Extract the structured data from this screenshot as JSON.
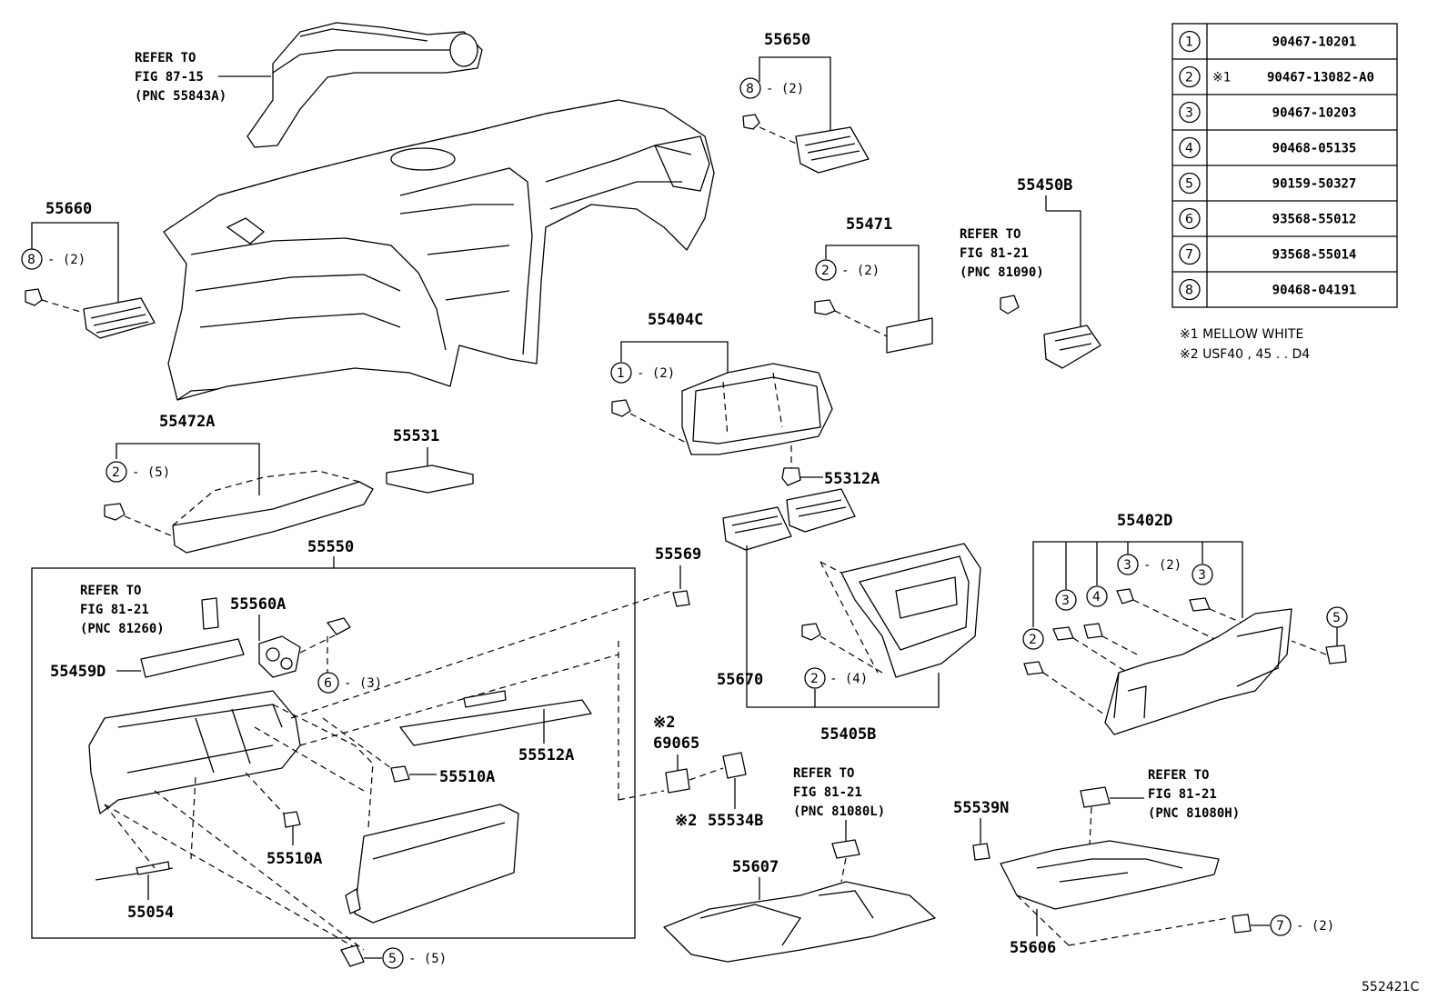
{
  "diagram_id": "552421C",
  "fastener_table": [
    {
      "ref": "1",
      "mark": "",
      "part": "90467-10201"
    },
    {
      "ref": "2",
      "mark": "※1",
      "part": "90467-13082-A0"
    },
    {
      "ref": "3",
      "mark": "",
      "part": "90467-10203"
    },
    {
      "ref": "4",
      "mark": "",
      "part": "90468-05135"
    },
    {
      "ref": "5",
      "mark": "",
      "part": "90159-50327"
    },
    {
      "ref": "6",
      "mark": "",
      "part": "93568-55012"
    },
    {
      "ref": "7",
      "mark": "",
      "part": "93568-55014"
    },
    {
      "ref": "8",
      "mark": "",
      "part": "90468-04191"
    }
  ],
  "notes": [
    "※1  MELLOW  WHITE",
    "※2  USF40 , 45 . . D4"
  ],
  "labels": {
    "p55650": "55650",
    "p55660": "55660",
    "p55471": "55471",
    "p55450B": "55450B",
    "p55404C": "55404C",
    "p55472A": "55472A",
    "p55531": "55531",
    "p55312A": "55312A",
    "p55550": "55550",
    "p55569": "55569",
    "p55560A": "55560A",
    "p55459D": "55459D",
    "p55512A": "55512A",
    "p55510A_1": "55510A",
    "p55510A_2": "55510A",
    "p55054": "55054",
    "p55402D": "55402D",
    "p55670": "55670",
    "p55405B": "55405B",
    "p69065": "69065",
    "p55534B": "55534B",
    "p55539N": "55539N",
    "p55607": "55607",
    "p55606": "55606",
    "mark69065": "※2",
    "mark55534B": "※2"
  },
  "qty": {
    "q8_55650": "- (2)",
    "q8_55660": "- (2)",
    "q2_55471": "- (2)",
    "q1_55404C": "- (2)",
    "q2_55472A": "- (5)",
    "q6": "- (3)",
    "q2_55405B": "- (4)",
    "q3_55402D": "- (2)",
    "q5_bottom": "- (5)",
    "q7": "- (2)"
  },
  "circles": {
    "c8a": "8",
    "c8b": "8",
    "c2a": "2",
    "c1": "1",
    "c2b": "2",
    "c6": "6",
    "c2c": "2",
    "c3a": "3",
    "c3b": "3",
    "c3c": "3",
    "c4": "4",
    "c2d": "2",
    "c5a": "5",
    "c5b": "5",
    "c7": "7"
  },
  "refs": {
    "r1": [
      "REFER TO",
      "FIG 87-15",
      "(PNC 55843A)"
    ],
    "r2": [
      "REFER TO",
      "FIG 81-21",
      "(PNC 81090)"
    ],
    "r3": [
      "REFER TO",
      "FIG 81-21",
      "(PNC 81260)"
    ],
    "r4": [
      "REFER TO",
      "FIG 81-21",
      "(PNC 81080L)"
    ],
    "r5": [
      "REFER TO",
      "FIG 81-21",
      "(PNC 81080H)"
    ]
  }
}
